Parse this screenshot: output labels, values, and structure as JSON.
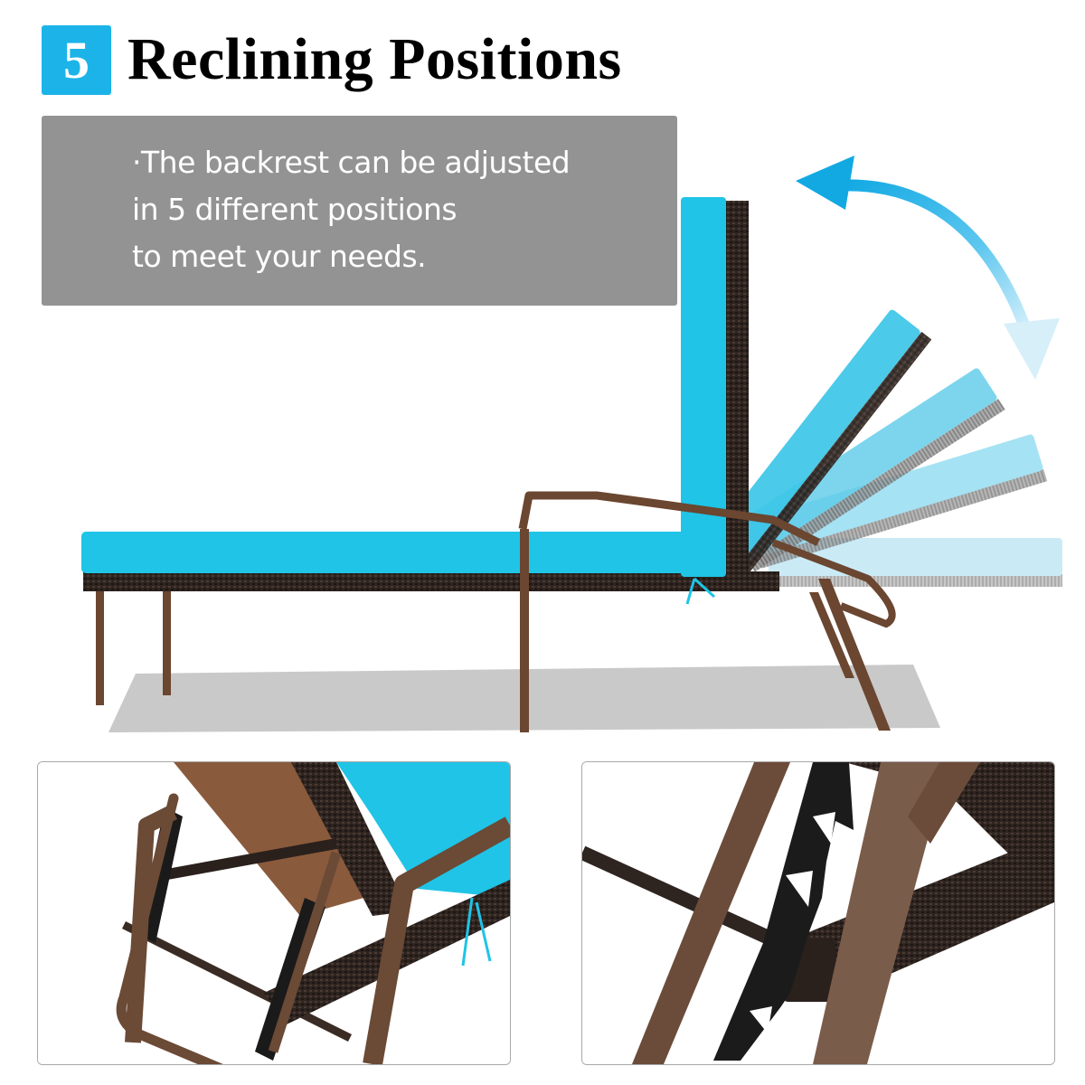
{
  "heading": {
    "badge_number": "5",
    "title": "Reclining Positions",
    "badge_color": "#1cb4e8"
  },
  "info_box": {
    "lines": [
      "·The backrest can be adjusted",
      "in 5 different positions",
      "to meet your needs."
    ],
    "background_color": "#939393",
    "text_color": "#ffffff"
  },
  "hero_image": {
    "subject": "chaise-lounge-chair",
    "backrest_positions": 5,
    "cushion_color": "#1fc4e6",
    "frame_color": "#6b4630",
    "wicker_color": "#2e2420",
    "arrow": "double-headed-curved-arrow"
  },
  "detail_images": [
    {
      "subject": "backrest-adjustment-bracket-closeup"
    },
    {
      "subject": "notched-reclining-bracket-closeup"
    }
  ]
}
